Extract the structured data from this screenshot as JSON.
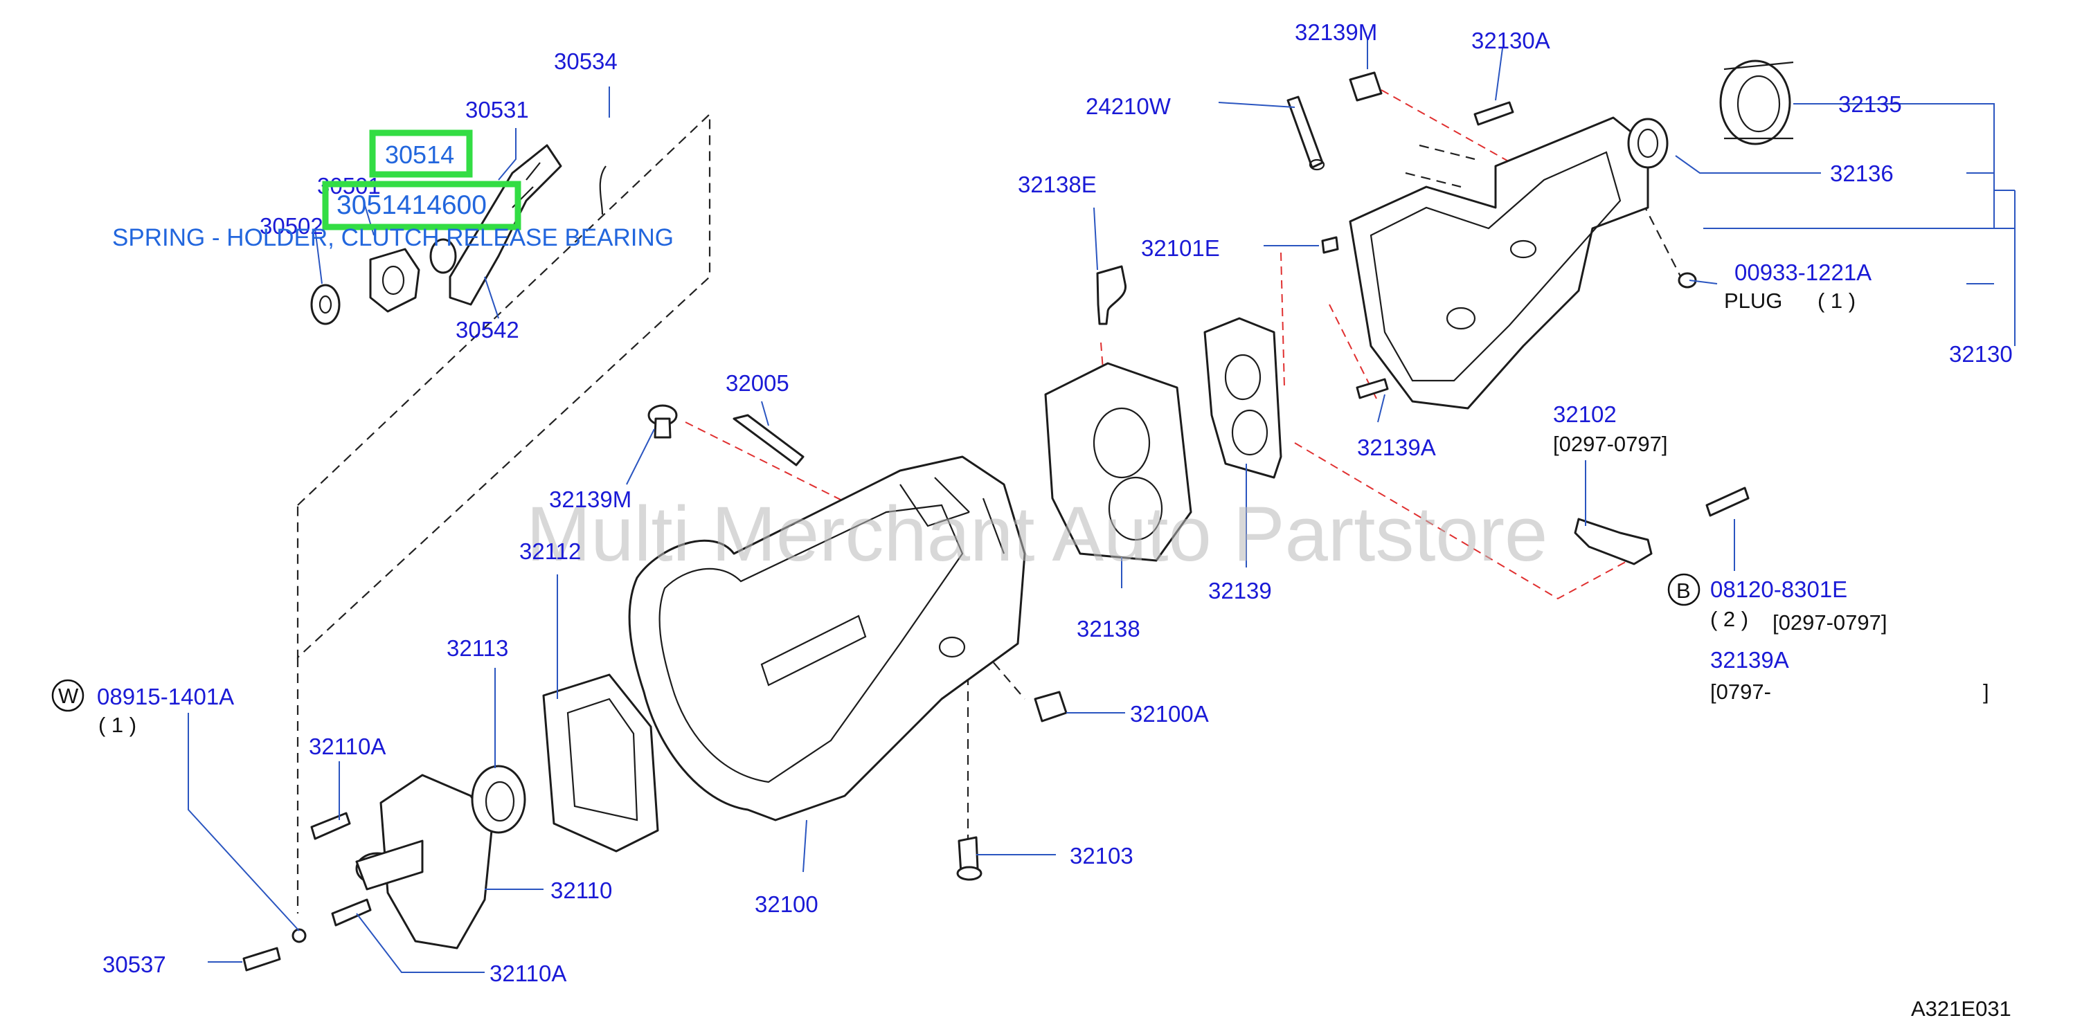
{
  "watermark": "Multi Merchant Auto Partstore",
  "diagram_code": "A321E031",
  "highlight": {
    "part_number": "30514",
    "full_number": "3051414600",
    "description": "SPRING - HOLDER, CLUTCH RELEASE BEARING"
  },
  "labels": {
    "p30534": "30534",
    "p30531": "30531",
    "p30501": "30501",
    "p30502": "30502",
    "p30542": "30542",
    "p32139M_top": "32139M",
    "p32130A": "32130A",
    "p24210W": "24210W",
    "p32135": "32135",
    "p32136": "32136",
    "p32138E": "32138E",
    "p32101E": "32101E",
    "p00933": "00933-1221A",
    "plug": "PLUG",
    "plug_qty": "( 1 )",
    "p32130": "32130",
    "p32005": "32005",
    "p32139M_mid": "32139M",
    "p32139A_mid": "32139A",
    "p32102": "32102",
    "p32102_range": "[0297-0797]",
    "p32112": "32112",
    "p32138": "32138",
    "p32139": "32139",
    "circle_b": "B",
    "p08120": "08120-8301E",
    "p08120_qty": "( 2 )",
    "p08120_range": "[0297-0797]",
    "p32139A_low": "32139A",
    "p32139A_low_range_start": "[0797-",
    "p32139A_low_range_end": "]",
    "circle_w": "W",
    "p08915": "08915-1401A",
    "p08915_qty": "( 1 )",
    "p32113": "32113",
    "p32100A": "32100A",
    "p32110A_top": "32110A",
    "p32110": "32110",
    "p32100": "32100",
    "p32103": "32103",
    "p30537": "30537",
    "p32110A_bottom": "32110A"
  }
}
